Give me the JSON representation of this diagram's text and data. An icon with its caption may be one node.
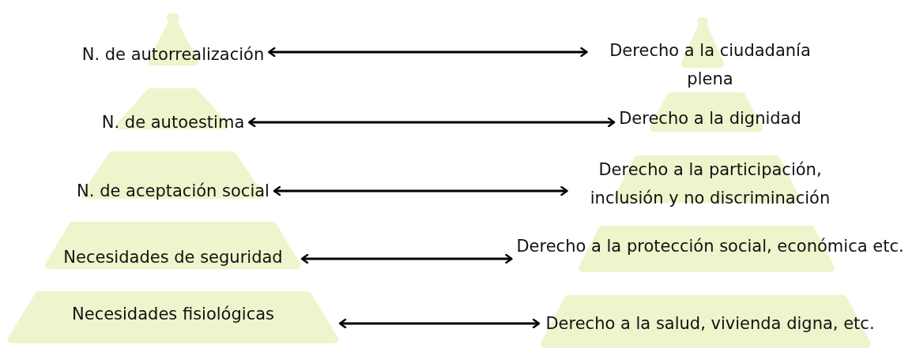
{
  "diagram": {
    "nodes": [
      {
        "text": [
          "N. de autorrealización"
        ]
      },
      {
        "text": [
          "N. de autoestima"
        ]
      },
      {
        "text": [
          "N. de aceptación social"
        ]
      },
      {
        "text": [
          "Necesidades de seguridad"
        ]
      },
      {
        "text": [
          "Necesidades fisiológicas"
        ]
      },
      {
        "text": [
          "Derecho a la ciudadanía plena"
        ]
      },
      {
        "text": [
          "Derecho a la dignidad"
        ]
      },
      {
        "text": [
          "Derecho a la participación, inclusión y no discriminación"
        ]
      },
      {
        "text": [
          "Derecho a la protección social, económica etc."
        ]
      },
      {
        "text": [
          "Derecho a la salud, vivienda digna, etc."
        ]
      }
    ],
    "edges": [
      {
        "from": 0,
        "to": 5,
        "arrow": "both"
      },
      {
        "from": 1,
        "to": 6,
        "arrow": "both"
      },
      {
        "from": 2,
        "to": 7,
        "arrow": "both"
      },
      {
        "from": 3,
        "to": 8,
        "arrow": "both"
      },
      {
        "from": 4,
        "to": 9,
        "arrow": "both"
      }
    ]
  }
}
